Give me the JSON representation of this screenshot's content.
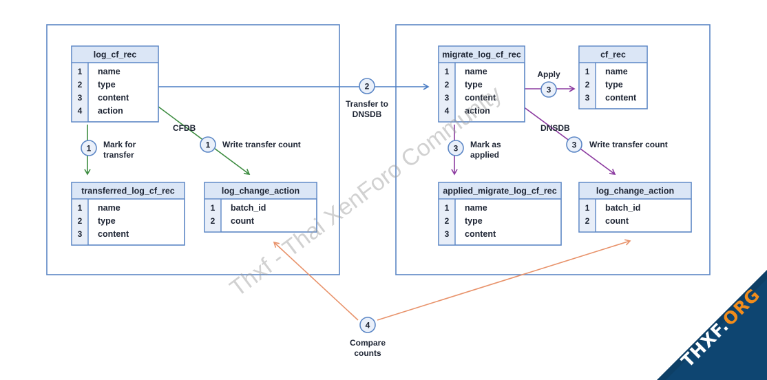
{
  "palette": {
    "frame": "#5b86c5",
    "header_fill": "#dbe6f6",
    "index_fill": "#e8eef8",
    "blue": "#4a7dc4",
    "green": "#3d8c40",
    "purple": "#8c3ba0",
    "orange": "#e8926a"
  },
  "tables": [
    {
      "id": "log_cf_rec",
      "title": "log_cf_rec",
      "rows": [
        {
          "n": "1",
          "f": "name"
        },
        {
          "n": "2",
          "f": "type"
        },
        {
          "n": "3",
          "f": "content"
        },
        {
          "n": "4",
          "f": "action"
        }
      ]
    },
    {
      "id": "transferred_log_cf_rec",
      "title": "transferred_log_cf_rec",
      "rows": [
        {
          "n": "1",
          "f": "name"
        },
        {
          "n": "2",
          "f": "type"
        },
        {
          "n": "3",
          "f": "content"
        }
      ]
    },
    {
      "id": "log_change_action_left",
      "title": "log_change_action",
      "rows": [
        {
          "n": "1",
          "f": "batch_id"
        },
        {
          "n": "2",
          "f": "count"
        }
      ]
    },
    {
      "id": "migrate_log_cf_rec",
      "title": "migrate_log_cf_rec",
      "rows": [
        {
          "n": "1",
          "f": "name"
        },
        {
          "n": "2",
          "f": "type"
        },
        {
          "n": "3",
          "f": "content"
        },
        {
          "n": "4",
          "f": "action"
        }
      ]
    },
    {
      "id": "cf_rec",
      "title": "cf_rec",
      "rows": [
        {
          "n": "1",
          "f": "name"
        },
        {
          "n": "2",
          "f": "type"
        },
        {
          "n": "3",
          "f": "content"
        }
      ]
    },
    {
      "id": "applied_migrate_log_cf_rec",
      "title": "applied_migrate_log_cf_rec",
      "rows": [
        {
          "n": "1",
          "f": "name"
        },
        {
          "n": "2",
          "f": "type"
        },
        {
          "n": "3",
          "f": "content"
        }
      ]
    },
    {
      "id": "log_change_action_right",
      "title": "log_change_action",
      "rows": [
        {
          "n": "1",
          "f": "batch_id"
        },
        {
          "n": "2",
          "f": "count"
        }
      ]
    }
  ],
  "steps": [
    {
      "id": "mark_for_transfer",
      "num": "1",
      "lines": [
        "Mark for",
        "transfer"
      ]
    },
    {
      "id": "write_count_left",
      "num": "1",
      "lines": [
        "Write transfer count"
      ]
    },
    {
      "id": "transfer",
      "num": "2",
      "lines": [
        "Transfer to",
        "DNSDB"
      ]
    },
    {
      "id": "apply",
      "num": "3",
      "lines": [
        "Apply"
      ]
    },
    {
      "id": "mark_applied",
      "num": "3",
      "lines": [
        "Mark as",
        "applied"
      ]
    },
    {
      "id": "write_count_right",
      "num": "3",
      "lines": [
        "Write transfer count"
      ]
    },
    {
      "id": "compare",
      "num": "4",
      "lines": [
        "Compare",
        "counts"
      ]
    }
  ],
  "labels": {
    "cfdb": "CFDB",
    "dnsdb": "DNSDB"
  },
  "watermark": {
    "text": "Thxf - Thai XenForo Community",
    "badge_main": "THXF.",
    "badge_org": "ORG"
  }
}
